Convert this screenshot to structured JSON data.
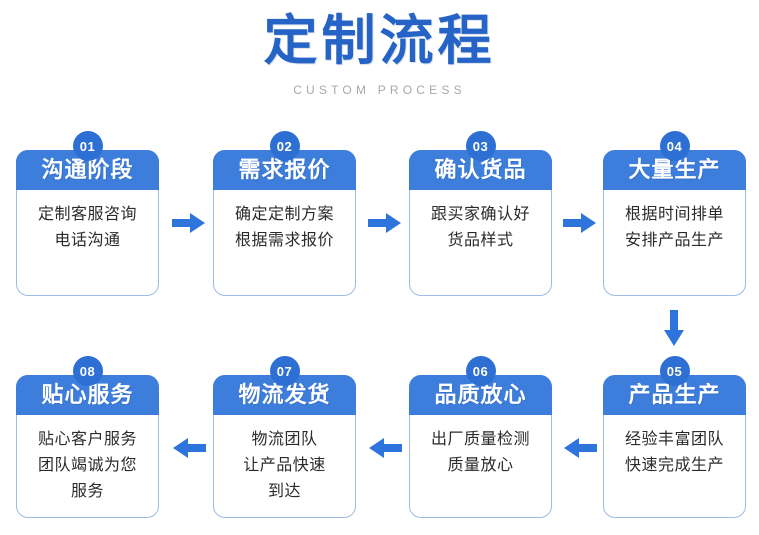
{
  "header": {
    "title": "定制流程",
    "subtitle": "CUSTOM PROCESS"
  },
  "colors": {
    "title_blue": "#2663c7",
    "header_blue": "#3d7ddb",
    "badge_blue": "#2e6fd4",
    "arrow_blue": "#2e74dd",
    "card_border": "#9dbbe4",
    "subtitle_gray": "#a8a8a8",
    "body_text": "#2b2b2b",
    "background": "#ffffff"
  },
  "steps": [
    {
      "number": "01",
      "title": "沟通阶段",
      "lines": [
        "定制客服咨询",
        "电话沟通"
      ]
    },
    {
      "number": "02",
      "title": "需求报价",
      "lines": [
        "确定定制方案",
        "根据需求报价"
      ]
    },
    {
      "number": "03",
      "title": "确认货品",
      "lines": [
        "跟买家确认好",
        "货品样式"
      ]
    },
    {
      "number": "04",
      "title": "大量生产",
      "lines": [
        "根据时间排单",
        "安排产品生产"
      ]
    },
    {
      "number": "05",
      "title": "产品生产",
      "lines": [
        "经验丰富团队",
        "快速完成生产"
      ]
    },
    {
      "number": "06",
      "title": "品质放心",
      "lines": [
        "出厂质量检测",
        "质量放心"
      ]
    },
    {
      "number": "07",
      "title": "物流发货",
      "lines": [
        "物流团队",
        "让产品快速",
        "到达"
      ]
    },
    {
      "number": "08",
      "title": "贴心服务",
      "lines": [
        "贴心客户服务",
        "团队竭诚为您",
        "服务"
      ]
    }
  ],
  "arrows": [
    {
      "name": "arrow-01-to-02",
      "direction": "right"
    },
    {
      "name": "arrow-02-to-03",
      "direction": "right"
    },
    {
      "name": "arrow-03-to-04",
      "direction": "right"
    },
    {
      "name": "arrow-04-to-05",
      "direction": "down"
    },
    {
      "name": "arrow-05-to-06",
      "direction": "left"
    },
    {
      "name": "arrow-06-to-07",
      "direction": "left"
    },
    {
      "name": "arrow-07-to-08",
      "direction": "left"
    }
  ]
}
